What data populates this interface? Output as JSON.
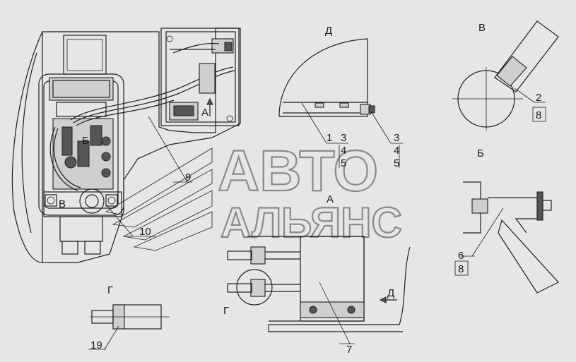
{
  "views": {
    "d": "Д",
    "v": "В",
    "b": "Б",
    "a": "А",
    "g": "Г"
  },
  "callouts": {
    "c1": "1",
    "c2": "2",
    "c3a": "3",
    "c3b": "3",
    "c4a": "4",
    "c4b": "4",
    "c5a": "5",
    "c5b": "5",
    "c6": "6",
    "c7": "7",
    "c8a": "8",
    "c8b": "8",
    "c9": "9",
    "c10": "10",
    "c19": "19"
  },
  "markers": {
    "a_arrow": "А",
    "v_main": "В",
    "b_main": "Б",
    "g_side": "Г",
    "d_arrow": "Д"
  },
  "watermark": {
    "line1": "АВТО",
    "line2": "АЛЬЯНС"
  }
}
